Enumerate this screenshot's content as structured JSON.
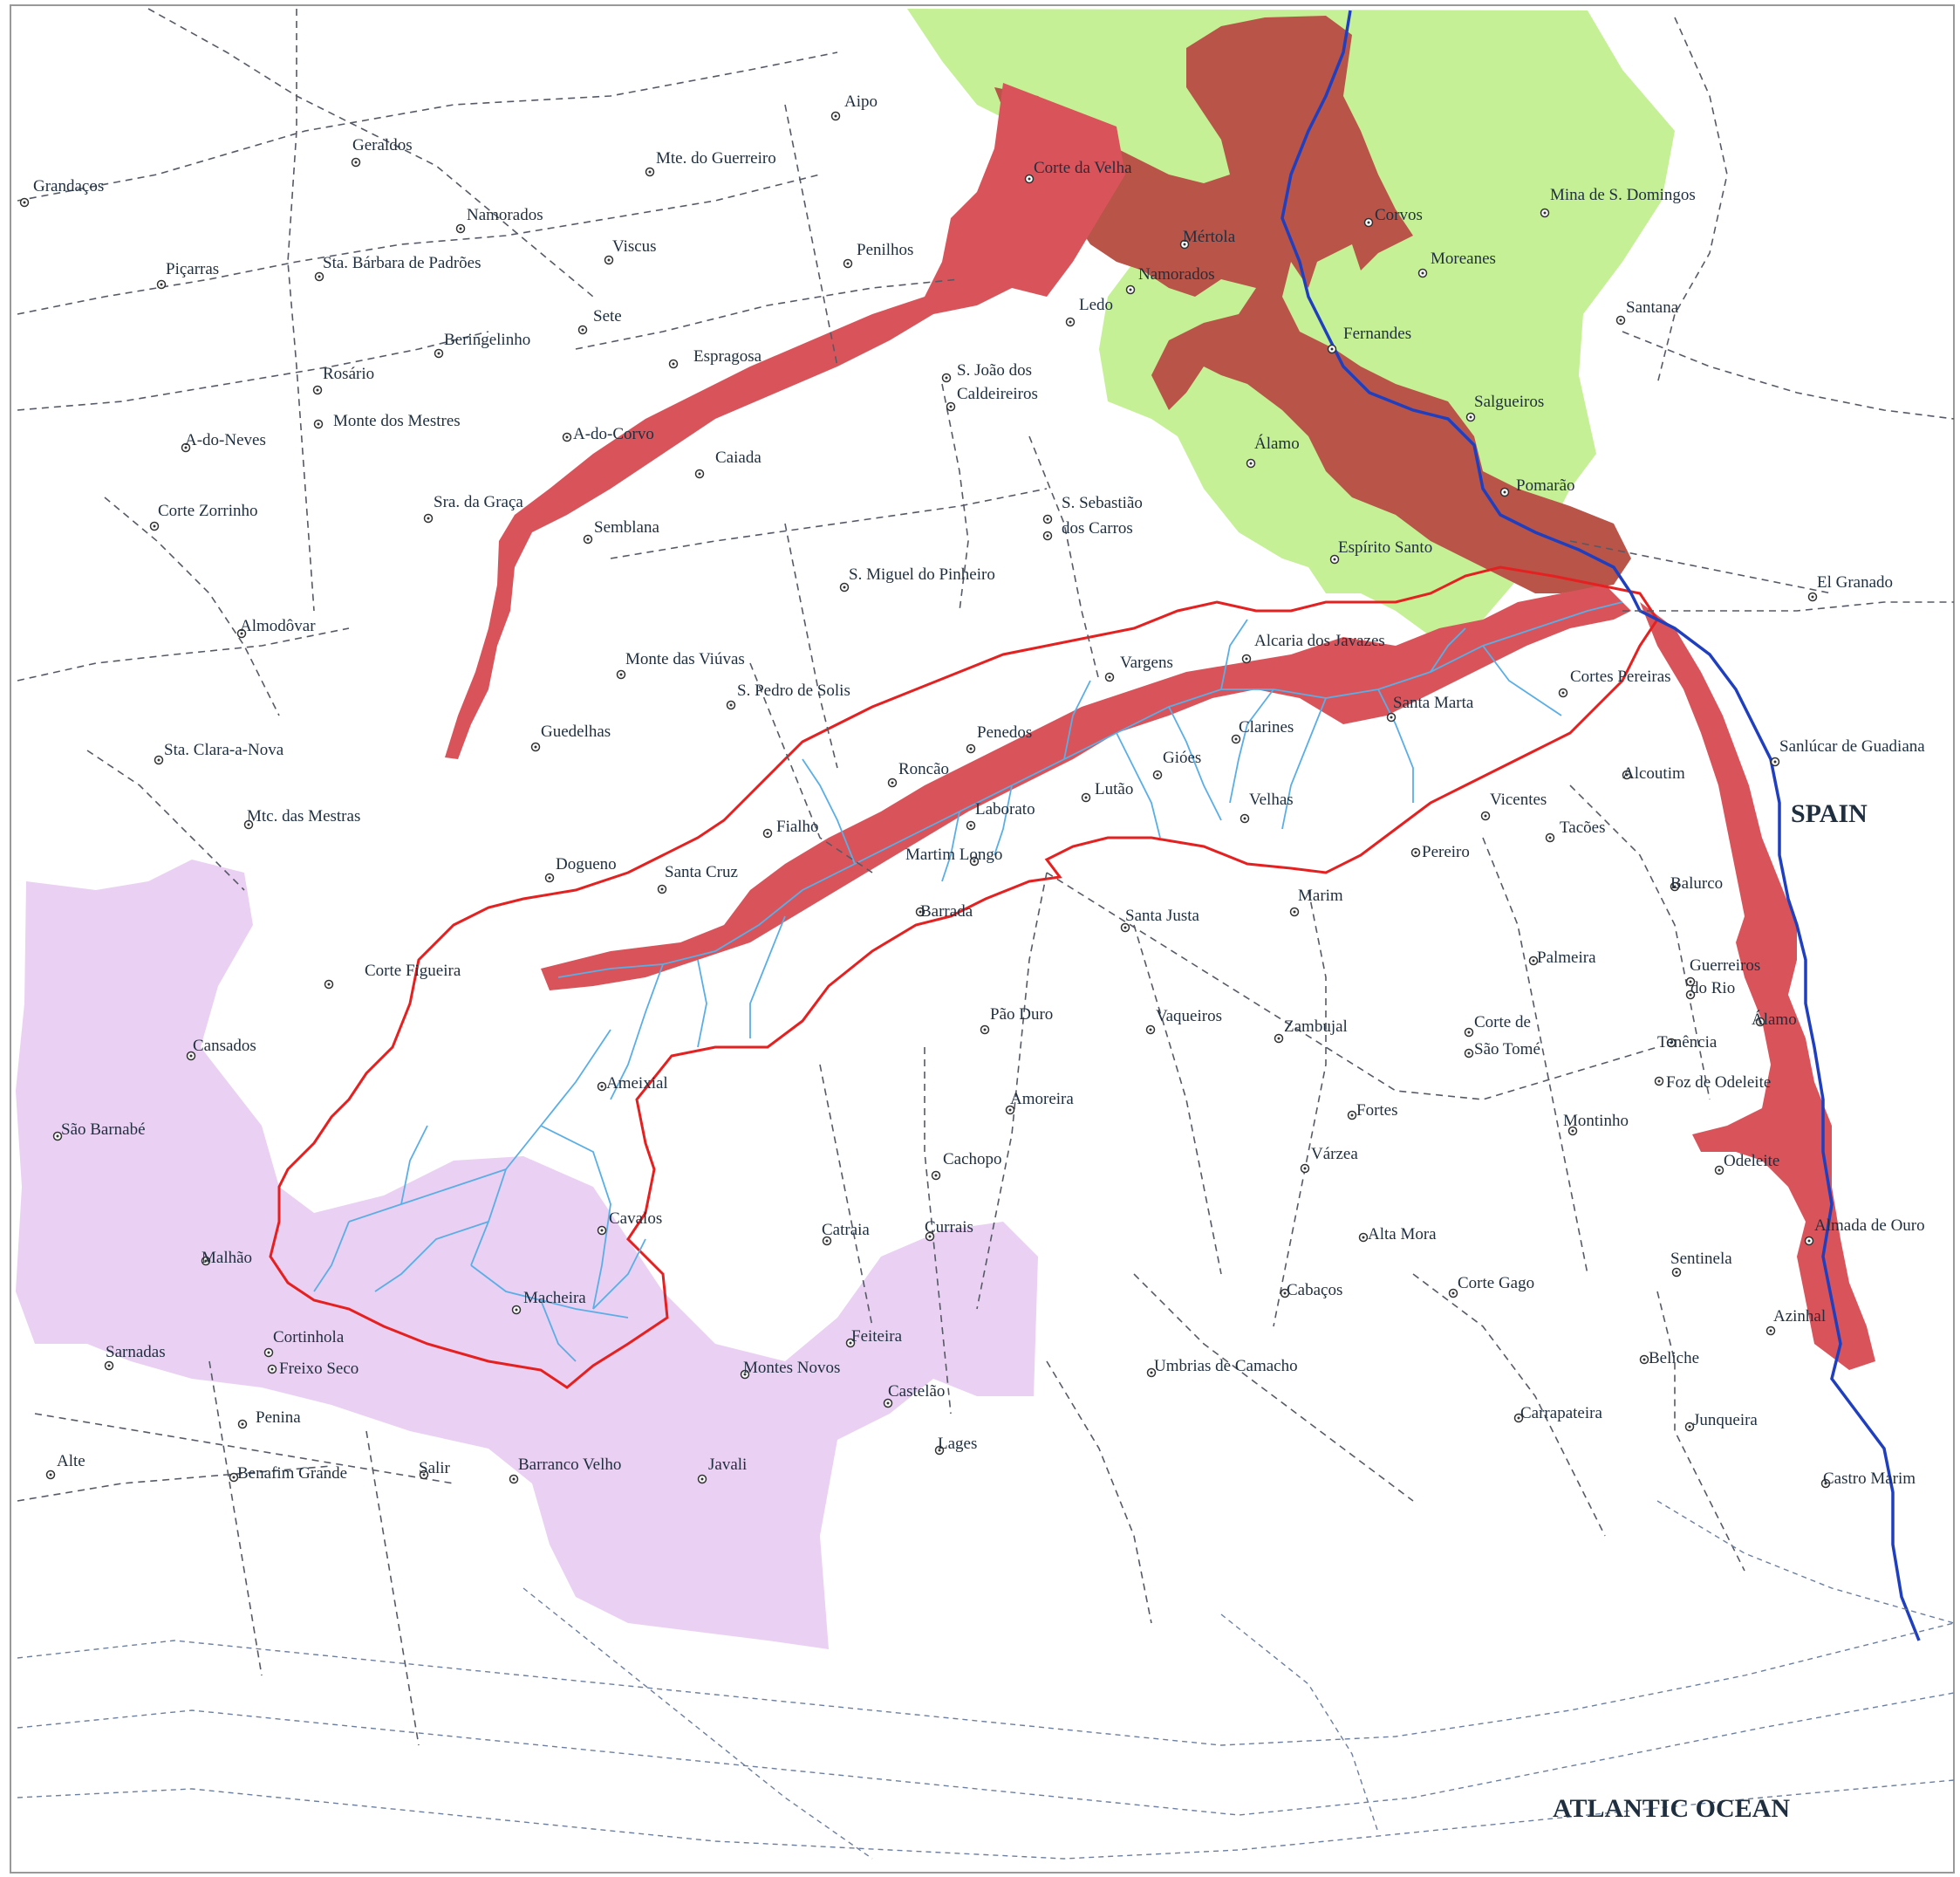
{
  "colors": {
    "green_area": "#c6f095",
    "purple_area": "#ead0f2",
    "red_corridor": "#d9545a",
    "brown_valley": "#b85448",
    "river_main": "#1f3fbf",
    "streams": "#5aaee6",
    "basin_outline": "#e52020",
    "roads": "#555a66",
    "text": "#1f2f3f"
  },
  "regions": [
    {
      "id": "spain",
      "label": "SPAIN"
    },
    {
      "id": "ocean",
      "label": "ATLANTIC OCEAN"
    }
  ],
  "places": [
    "Aipo",
    "Geraldos",
    "Mte. do Guerreiro",
    "Grandaços",
    "Namorados",
    "Viscus",
    "Piçarras",
    "Sta. Bárbara de Padrões",
    "Penilhos",
    "Sete",
    "Beringelinho",
    "Espragosa",
    "Rosário",
    "Monte dos Mestres",
    "S. João dos",
    "Caldeireiros",
    "A-do-Neves",
    "A-do-Corvo",
    "Caiada",
    "Corte Zorrinho",
    "Sra. da Graça",
    "Semblana",
    "S. Sebastião",
    "dos Carros",
    "S. Miguel do Pinheiro",
    "Almodôvar",
    "Monte das Viúvas",
    "S. Pedro de Solis",
    "Guedelhas",
    "Sta. Clara-a-Nova",
    "Mtc. das Mestras",
    "Corte da Velha",
    "Mértola",
    "Namorados",
    "Ledo",
    "Corvos",
    "Mina de S. Domingos",
    "Moreanes",
    "Santana",
    "Fernandes",
    "Salgueiros",
    "Álamo",
    "Pomarão",
    "Espírito Santo",
    "El Granado",
    "Alcaria dos Javazes",
    "Vargens",
    "Cortes Pereiras",
    "Santa Marta",
    "Clarines",
    "Penedos",
    "Gióes",
    "Roncão",
    "Lutão",
    "Laborato",
    "Velhas",
    "Fialho",
    "Martim Longo",
    "Santa Cruz",
    "Dogueno",
    "Barrada",
    "Sanlúcar de Guadiana",
    "Alcoutim",
    "Vicentes",
    "Tacões",
    "Pereiro",
    "Balurco",
    "Santa Justa",
    "Marim",
    "Palmeira",
    "Guerreiros",
    "do Rio",
    "Álamo",
    "Corte Figueira",
    "Pão Duro",
    "Vaqueiros",
    "Zambujal",
    "Corte de",
    "São Tomé",
    "Tenência",
    "Cansados",
    "Ameixial",
    "Foz de Odeleite",
    "Amoreira",
    "Fortes",
    "Montinho",
    "São Barnabé",
    "Várzea",
    "Odeleite",
    "Cachopo",
    "Cavalos",
    "Alta Mora",
    "Almada de Ouro",
    "Catraia",
    "Currais",
    "Sentinela",
    "Malhão",
    "Cabaços",
    "Corte Gago",
    "Macheira",
    "Azinhal",
    "Cortinhola",
    "Sarnadas",
    "Feiteira",
    "Freixo Seco",
    "Umbrias de Camacho",
    "Montes Novos",
    "Beliche",
    "Castelão",
    "Penina",
    "Carrapateira",
    "Junqueira",
    "Lages",
    "Alte",
    "Salir",
    "Barranco Velho",
    "Javali",
    "Benafim Grande",
    "Castro Marim"
  ]
}
